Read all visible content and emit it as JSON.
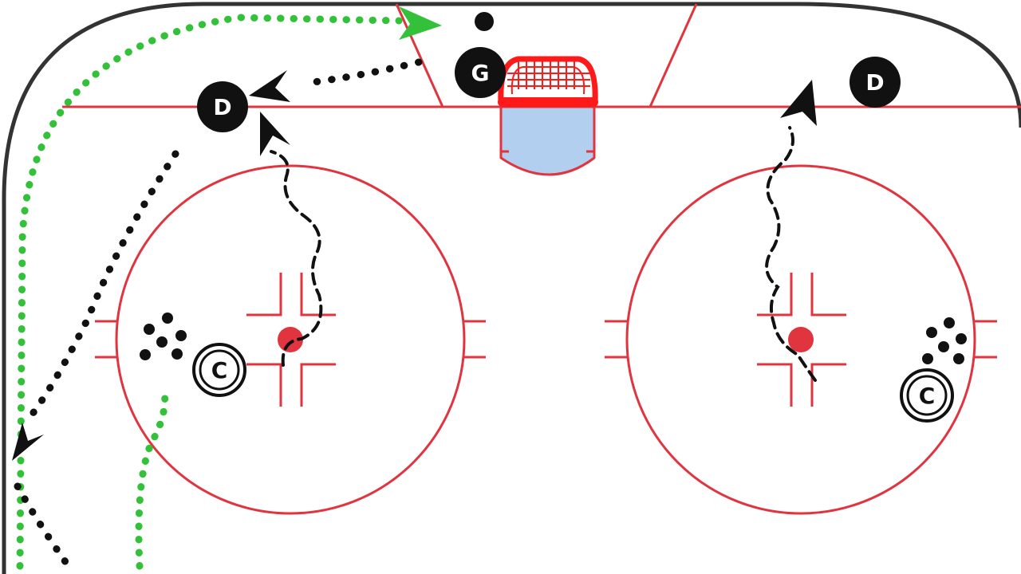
{
  "diagram": {
    "players": {
      "goalie": "G",
      "defense_left": "D",
      "defense_right": "D",
      "coach_left": "C",
      "coach_right": "C"
    },
    "colors": {
      "line_red": "#e0343f",
      "net_red": "#ff1a1a",
      "crease_blue": "#b2cff0",
      "board": "#333333",
      "player_fill": "#111111",
      "player_text": "#ffffff",
      "path_black": "#111111",
      "path_green": "#33c13a",
      "faceoff_dot": "#e0343f"
    }
  }
}
